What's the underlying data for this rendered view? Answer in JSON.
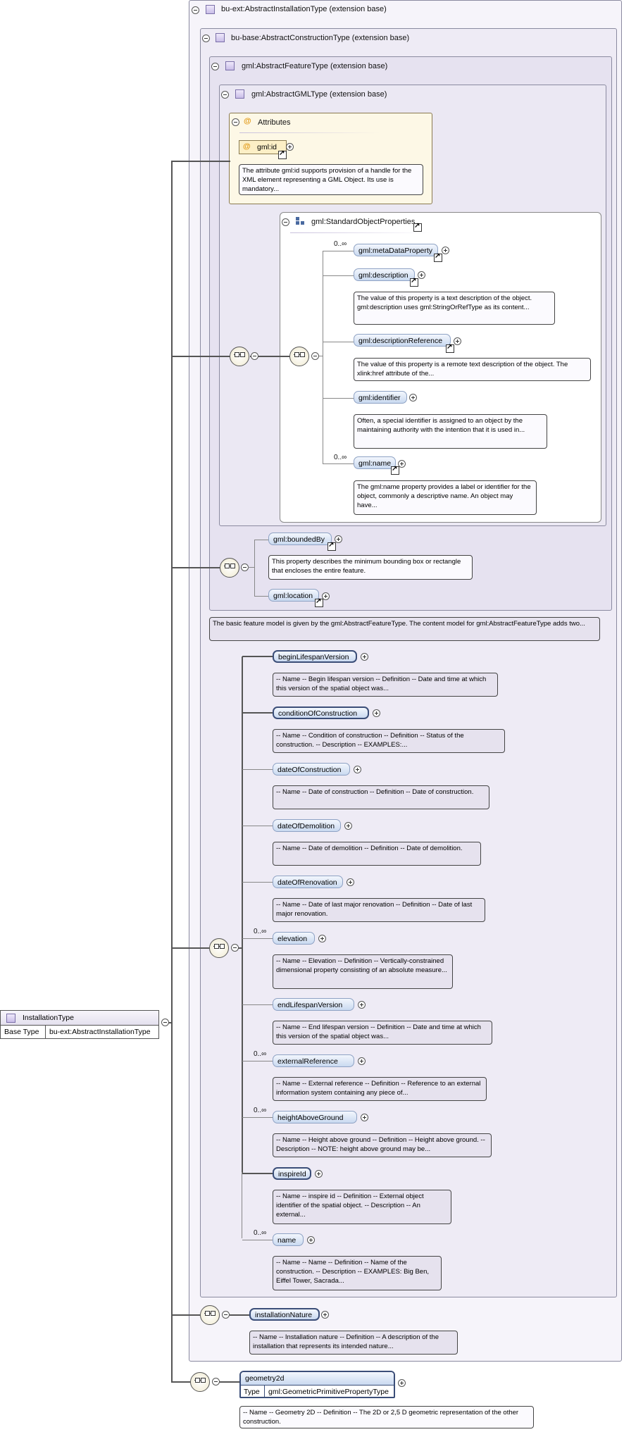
{
  "extensions": [
    {
      "label": "bu-ext:AbstractInstallationType (extension base)"
    },
    {
      "label": "bu-base:AbstractConstructionType (extension base)"
    },
    {
      "label": "gml:AbstractFeatureType (extension base)"
    },
    {
      "label": "gml:AbstractGMLType (extension base)"
    }
  ],
  "attributes": {
    "title": "Attributes",
    "item": "gml:id",
    "doc": "The attribute gml:id supports provision of a handle for the XML element representing a GML Object. Its use is mandatory..."
  },
  "standard_props": {
    "title": "gml:StandardObjectProperties",
    "items": [
      {
        "label": "gml:metaDataProperty",
        "occ": "0..∞",
        "doc": ""
      },
      {
        "label": "gml:description",
        "occ": "",
        "doc": "The value of this property is a text description of the object. gml:description uses gml:StringOrRefType as its content..."
      },
      {
        "label": "gml:descriptionReference",
        "occ": "",
        "doc": "The value of this property is a remote text description of the object. The xlink:href attribute of the..."
      },
      {
        "label": "gml:identifier",
        "occ": "",
        "doc": "Often, a special identifier is assigned to an object by the maintaining authority with the intention that it is used in..."
      },
      {
        "label": "gml:name",
        "occ": "0..∞",
        "doc": "The gml:name property provides a label or identifier for the object, commonly a descriptive name. An object may have..."
      }
    ]
  },
  "feature_props": {
    "bounded_by": "gml:boundedBy",
    "bounded_by_doc": "This property describes the minimum bounding box or rectangle that encloses the entire feature.",
    "location": "gml:location",
    "feature_doc": "The basic feature model is given by the gml:AbstractFeatureType. The content model for gml:AbstractFeatureType adds two..."
  },
  "construction_elements": [
    {
      "label": "beginLifespanVersion",
      "occ": "",
      "doc": "-- Name -- Begin lifespan version -- Definition -- Date and time at which this version of the spatial object was..."
    },
    {
      "label": "conditionOfConstruction",
      "occ": "",
      "doc": "-- Name -- Condition of construction -- Definition -- Status of the construction. -- Description -- EXAMPLES:..."
    },
    {
      "label": "dateOfConstruction",
      "occ": "",
      "doc": "-- Name -- Date of construction -- Definition -- Date of construction."
    },
    {
      "label": "dateOfDemolition",
      "occ": "",
      "doc": "-- Name -- Date of demolition -- Definition -- Date of demolition."
    },
    {
      "label": "dateOfRenovation",
      "occ": "",
      "doc": "-- Name -- Date of last major renovation -- Definition -- Date of last major renovation."
    },
    {
      "label": "elevation",
      "occ": "0..∞",
      "doc": "-- Name -- Elevation -- Definition -- Vertically-constrained dimensional property consisting of an absolute measure..."
    },
    {
      "label": "endLifespanVersion",
      "occ": "",
      "doc": "-- Name -- End lifespan version -- Definition -- Date and time at which this version of the spatial object was..."
    },
    {
      "label": "externalReference",
      "occ": "0..∞",
      "doc": "-- Name -- External reference -- Definition -- Reference to an external information system containing any piece of..."
    },
    {
      "label": "heightAboveGround",
      "occ": "0..∞",
      "doc": "-- Name -- Height above ground -- Definition -- Height above ground. -- Description -- NOTE: height above ground may be..."
    },
    {
      "label": "inspireId",
      "occ": "",
      "doc": "-- Name -- inspire id -- Definition -- External object identifier of the spatial object. -- Description -- An external..."
    },
    {
      "label": "name",
      "occ": "0..∞",
      "doc": "-- Name -- Name -- Definition -- Name of the construction. -- Description -- EXAMPLES: Big Ben, Eiffel Tower, Sacrada..."
    }
  ],
  "installation_nature": {
    "label": "installationNature",
    "doc": "-- Name -- Installation nature -- Definition -- A description of the installation that represents its intended nature..."
  },
  "geometry2d": {
    "label": "geometry2d",
    "type_key": "Type",
    "type_value": "gml:GeometricPrimitivePropertyType",
    "doc": "-- Name -- Geometry 2D -- Definition -- The 2D or 2,5 D geometric representation of the other construction."
  },
  "root": {
    "name": "InstallationType",
    "base_key": "Base Type",
    "base_value": "bu-ext:AbstractInstallationType"
  }
}
